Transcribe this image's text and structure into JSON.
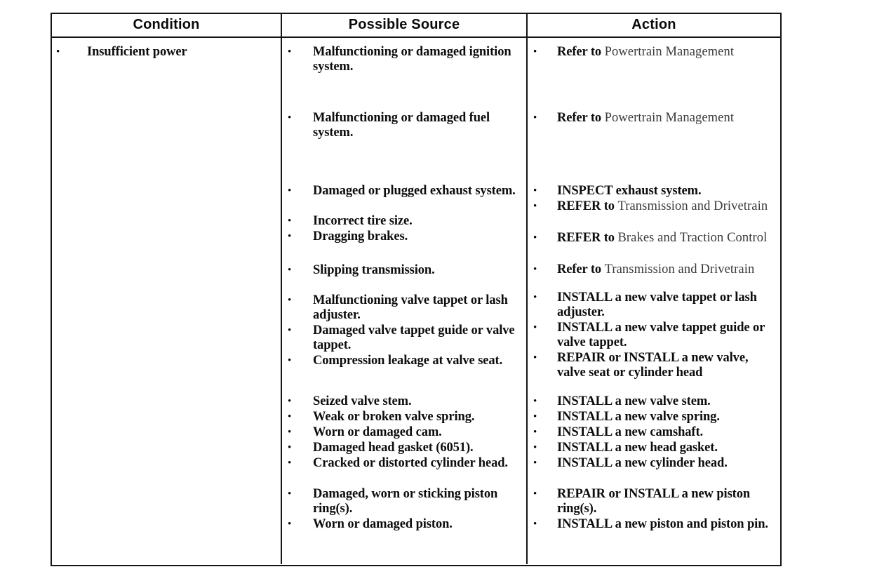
{
  "document": {
    "type": "service-manual-diagnostic-table",
    "bullet_glyph": "•"
  },
  "table": {
    "headers": {
      "condition": "Condition",
      "possible_source": "Possible Source",
      "action": "Action"
    },
    "condition_items": [
      {
        "text": "Insufficient power"
      }
    ],
    "possible_source_items": [
      {
        "text": "Malfunctioning or damaged ignition system."
      },
      {
        "text": "Malfunctioning or damaged fuel system."
      },
      {
        "text": "Damaged or plugged exhaust system."
      },
      {
        "text": "Incorrect tire size."
      },
      {
        "text": "Dragging brakes."
      },
      {
        "text": "Slipping transmission."
      },
      {
        "text": "Malfunctioning valve tappet or lash adjuster."
      },
      {
        "text": "Damaged valve tappet guide or valve tappet."
      },
      {
        "text": "Compression leakage at valve seat."
      },
      {
        "text": "Seized valve stem."
      },
      {
        "text": "Weak or broken valve spring."
      },
      {
        "text": "Worn or damaged cam."
      },
      {
        "text": "Damaged head gasket (6051)."
      },
      {
        "text": "Cracked or distorted cylinder head."
      },
      {
        "text": "Damaged, worn or sticking piston ring(s)."
      },
      {
        "text": "Worn or damaged piston."
      }
    ],
    "action_items": [
      {
        "bold": "Refer to",
        "ref": "Powertrain Management"
      },
      {
        "bold": "Refer to",
        "ref": "Powertrain Management"
      },
      {
        "bold": "INSPECT exhaust system.",
        "ref": ""
      },
      {
        "bold": "REFER to",
        "ref": "Transmission and Drivetrain"
      },
      {
        "bold": "REFER to",
        "ref": "Brakes and Traction Control"
      },
      {
        "bold": "Refer to",
        "ref": "Transmission and Drivetrain"
      },
      {
        "bold": "INSTALL a new valve tappet or lash adjuster.",
        "ref": ""
      },
      {
        "bold": "INSTALL a new valve tappet guide or valve tappet.",
        "ref": ""
      },
      {
        "bold": "REPAIR or INSTALL a new valve, valve seat or cylinder head",
        "ref": ""
      },
      {
        "bold": "INSTALL a new valve stem.",
        "ref": ""
      },
      {
        "bold": "INSTALL a new valve spring.",
        "ref": ""
      },
      {
        "bold": "INSTALL a new camshaft.",
        "ref": ""
      },
      {
        "bold": "INSTALL a new head gasket.",
        "ref": ""
      },
      {
        "bold": "INSTALL a new cylinder head.",
        "ref": ""
      },
      {
        "bold": "REPAIR or INSTALL a new piston ring(s).",
        "ref": ""
      },
      {
        "bold": "INSTALL a new piston and piston pin.",
        "ref": ""
      }
    ]
  },
  "colors": {
    "ink": "#0d0d0d",
    "border": "#141414",
    "reference_text": "#3a3a3a",
    "page_background": "#ffffff"
  }
}
